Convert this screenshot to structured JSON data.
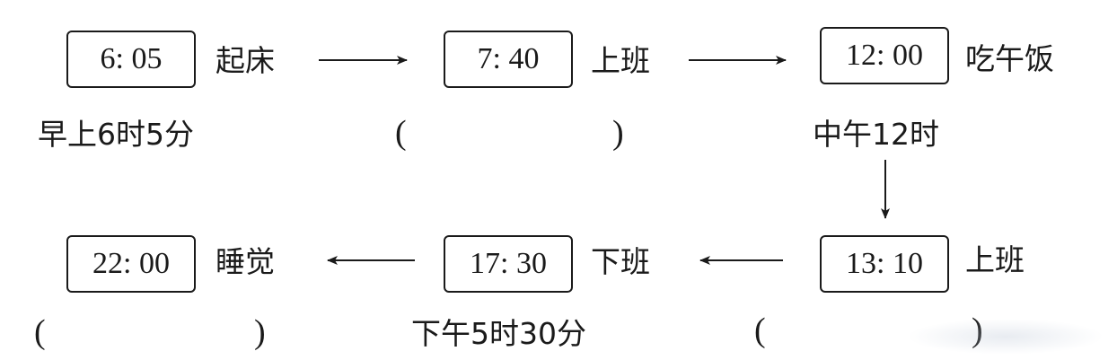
{
  "row1": [
    {
      "time": "6: 05",
      "activity": "起床",
      "caption": "早上6时5分"
    },
    {
      "time": "7: 40",
      "activity": "上班",
      "paren_open": "(",
      "paren_close": ")"
    },
    {
      "time": "12: 00",
      "activity": "吃午饭",
      "caption": "中午12时"
    }
  ],
  "row2": [
    {
      "time": "22: 00",
      "activity": "睡觉",
      "paren_open": "(",
      "paren_close": ")"
    },
    {
      "time": "17: 30",
      "activity": "下班",
      "caption": "下午5时30分"
    },
    {
      "time": "13: 10",
      "activity": "上班",
      "paren_open": "(",
      "paren_close": ")"
    }
  ]
}
